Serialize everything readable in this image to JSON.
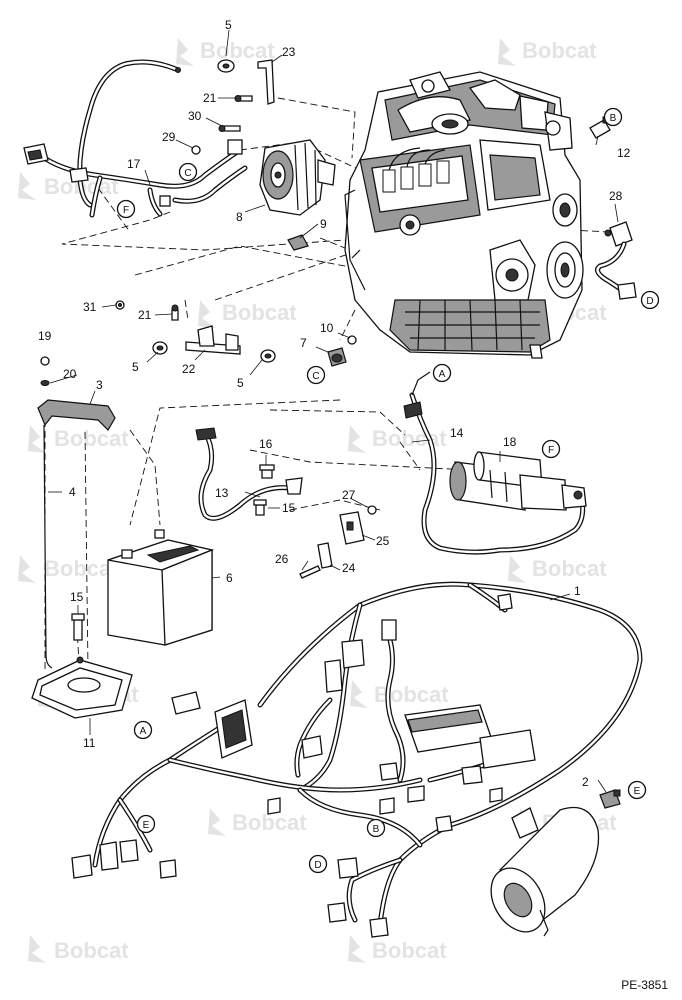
{
  "watermark": {
    "brand": "Bobcat"
  },
  "drawing_code": "PE-3851",
  "callouts": {
    "n1": "1",
    "n2": "2",
    "n3": "3",
    "n4": "4",
    "n5a": "5",
    "n5b": "5",
    "n5c": "5",
    "n6": "6",
    "n7": "7",
    "n8": "8",
    "n9": "9",
    "n10": "10",
    "n11": "11",
    "n12": "12",
    "n13": "13",
    "n14": "14",
    "n15a": "15",
    "n15b": "15",
    "n16": "16",
    "n17": "17",
    "n18": "18",
    "n19": "19",
    "n20": "20",
    "n21a": "21",
    "n21b": "21",
    "n22": "22",
    "n23": "23",
    "n24": "24",
    "n25": "25",
    "n26": "26",
    "n27": "27",
    "n28": "28",
    "n29": "29",
    "n30": "30",
    "n31": "31"
  },
  "connector_letters": {
    "b1": "B",
    "c1": "C",
    "f1": "F",
    "d1": "D",
    "c2": "C",
    "a1": "A",
    "f2": "F",
    "a2": "A",
    "e1": "E",
    "b2": "B",
    "d2": "D",
    "e2": "E"
  }
}
